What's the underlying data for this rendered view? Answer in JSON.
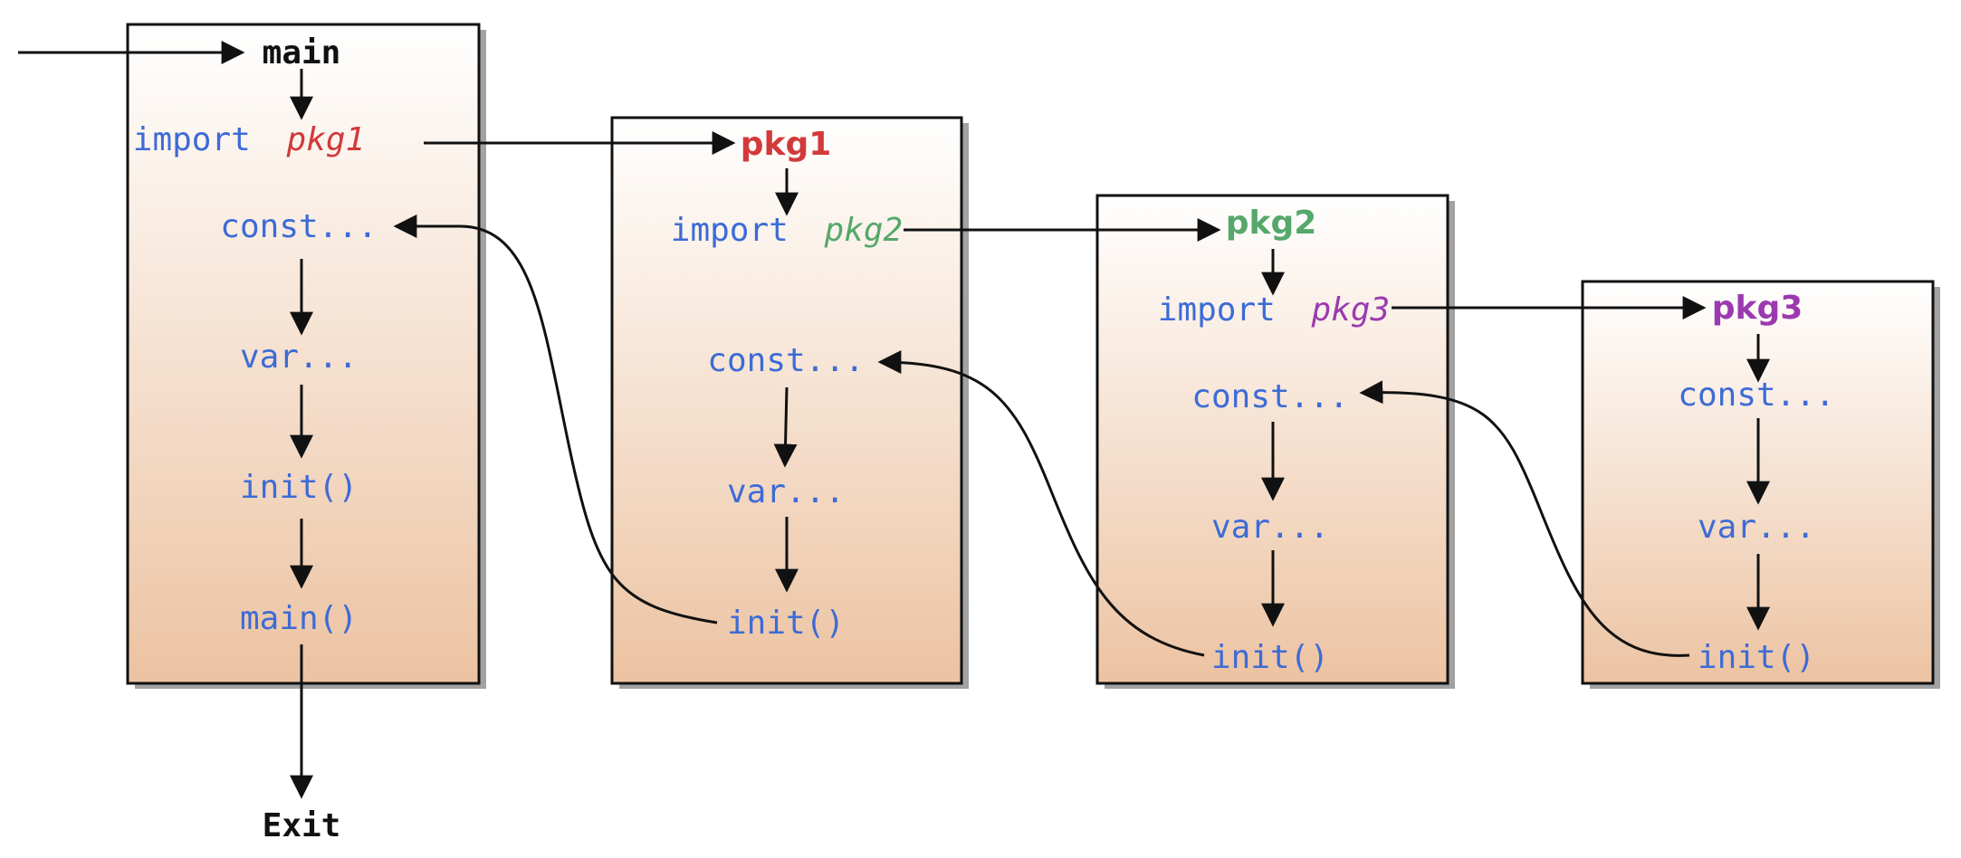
{
  "colors": {
    "code": "#3d6bd6",
    "title_main": "#111111",
    "pkg1": "#d23a3a",
    "pkg2": "#55a86a",
    "pkg3": "#9b3ab0",
    "box_top": "#ffffff",
    "box_bottom": "#ecc3a2",
    "line": "#111111"
  },
  "boxes": [
    {
      "title": "main",
      "import_keyword": "import",
      "import_name": "pkg1",
      "steps": [
        "const...",
        "var...",
        "init()",
        "main()"
      ]
    },
    {
      "title": "pkg1",
      "import_keyword": "import",
      "import_name": "pkg2",
      "steps": [
        "const...",
        "var...",
        "init()"
      ]
    },
    {
      "title": "pkg2",
      "import_keyword": "import",
      "import_name": "pkg3",
      "steps": [
        "const...",
        "var...",
        "init()"
      ]
    },
    {
      "title": "pkg3",
      "steps": [
        "const...",
        "var...",
        "init()"
      ]
    }
  ],
  "exit_label": "Exit"
}
